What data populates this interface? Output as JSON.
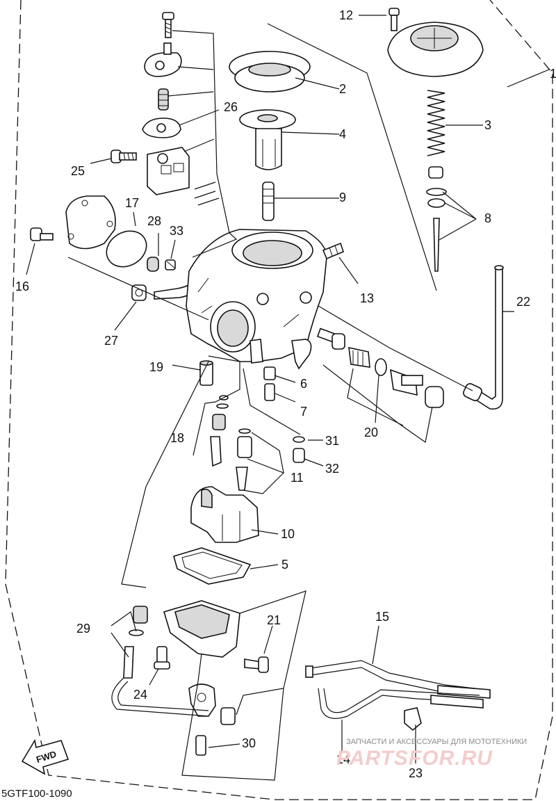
{
  "diagram": {
    "code": "5GTF100-1090",
    "fwd_label": "FWD",
    "watermark": {
      "line1": "ЗАПЧАСТИ И АКСЕССУАРЫ ДЛЯ МОТОТЕХНИКИ",
      "line2": "PARTSFOR.RU"
    },
    "callouts": [
      "1",
      "2",
      "3",
      "4",
      "5",
      "6",
      "7",
      "8",
      "9",
      "10",
      "11",
      "12",
      "13",
      "14",
      "15",
      "16",
      "17",
      "18",
      "19",
      "20",
      "21",
      "22",
      "23",
      "24",
      "25",
      "26",
      "27",
      "28",
      "29",
      "30",
      "31",
      "32",
      "33"
    ]
  }
}
